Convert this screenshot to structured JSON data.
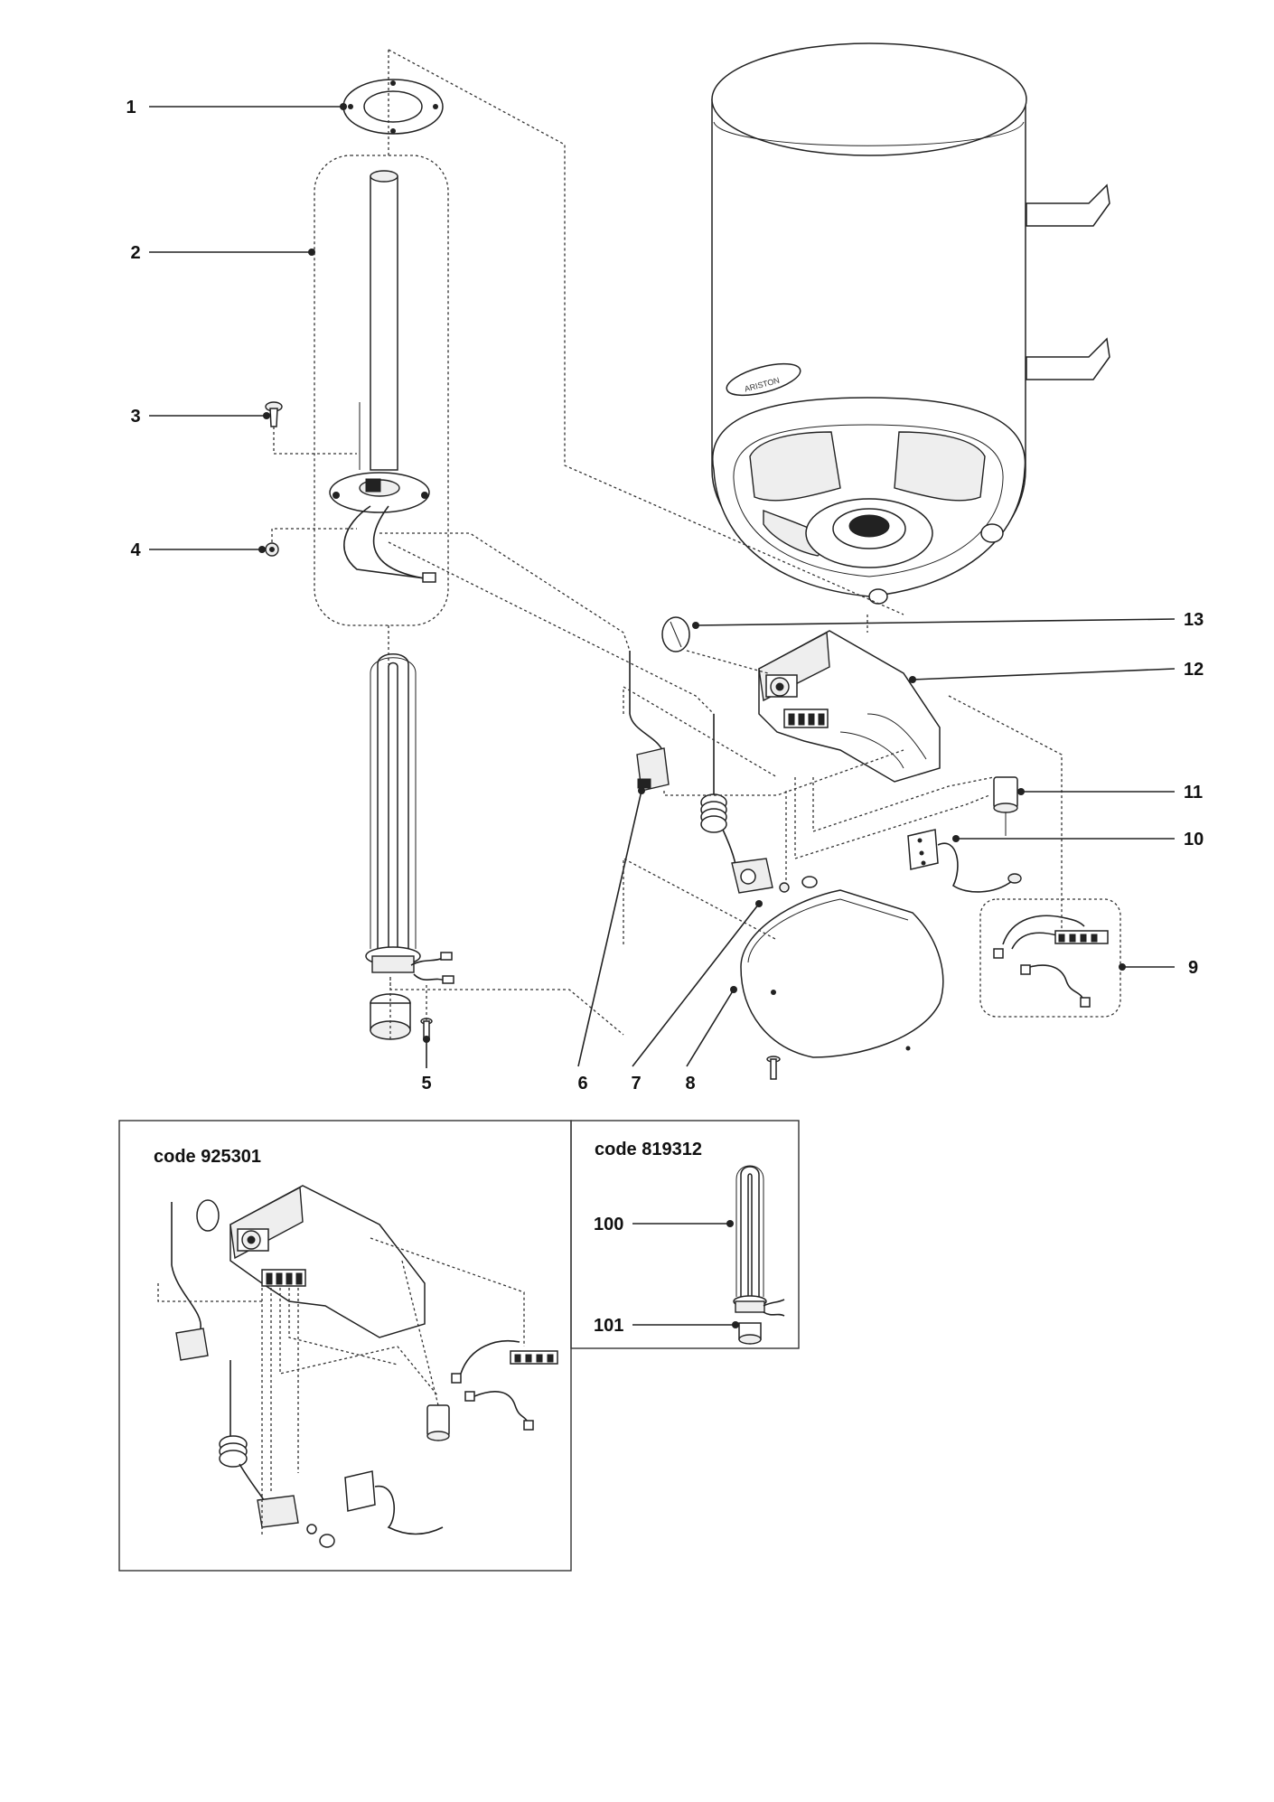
{
  "callouts": [
    {
      "id": "1",
      "label": "1"
    },
    {
      "id": "2",
      "label": "2"
    },
    {
      "id": "3",
      "label": "3"
    },
    {
      "id": "4",
      "label": "4"
    },
    {
      "id": "5",
      "label": "5"
    },
    {
      "id": "6",
      "label": "6"
    },
    {
      "id": "7",
      "label": "7"
    },
    {
      "id": "8",
      "label": "8"
    },
    {
      "id": "9",
      "label": "9"
    },
    {
      "id": "10",
      "label": "10"
    },
    {
      "id": "11",
      "label": "11"
    },
    {
      "id": "12",
      "label": "12"
    },
    {
      "id": "13",
      "label": "13"
    },
    {
      "id": "100",
      "label": "100"
    },
    {
      "id": "101",
      "label": "101"
    }
  ],
  "inset_left": {
    "title": "code 925301"
  },
  "inset_right": {
    "title": "code 819312"
  },
  "tank": {
    "brand": "ARISTON"
  }
}
